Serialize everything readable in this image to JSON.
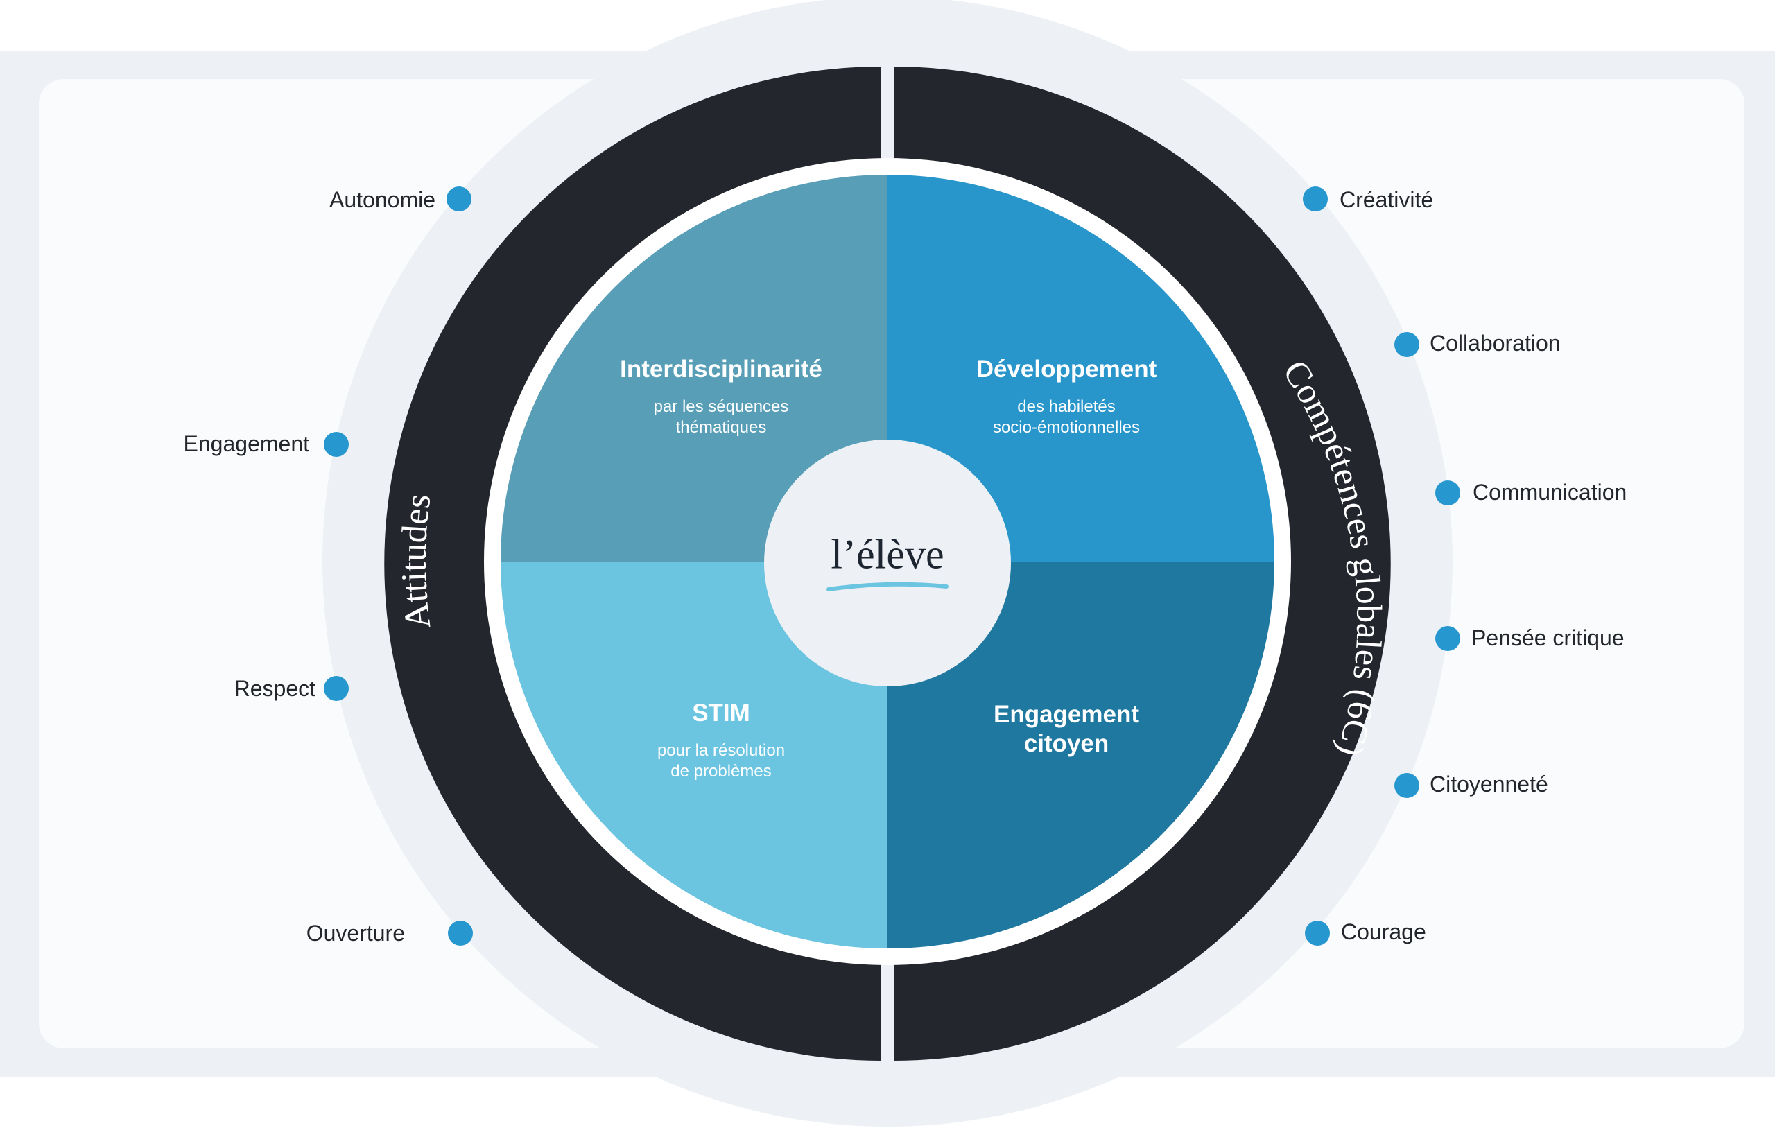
{
  "center": {
    "label": "l’élève"
  },
  "ring": {
    "left_label": "Attitudes",
    "right_label": "Compétences globales (6C)"
  },
  "quadrants": {
    "top_left": {
      "title": "Interdisciplinarité",
      "subtitle": [
        "par les séquences",
        "thématiques"
      ],
      "color": "#579eb6"
    },
    "top_right": {
      "title": "Développement",
      "subtitle": [
        "des habiletés",
        "socio-émotionnelles"
      ],
      "color": "#2896ca"
    },
    "bottom_left": {
      "title": "STIM",
      "subtitle": [
        "pour la résolution",
        "de problèmes"
      ],
      "color": "#6bc4e0"
    },
    "bottom_right": {
      "title": [
        "Engagement",
        "citoyen"
      ],
      "subtitle": [],
      "color": "#1f789f"
    }
  },
  "attitudes": [
    "Autonomie",
    "Engagement",
    "Respect",
    "Ouverture"
  ],
  "competences": [
    "Créativité",
    "Collaboration",
    "Communication",
    "Pensée critique",
    "Citoyenneté",
    "Courage"
  ],
  "colors": {
    "dark_ring": "#23262d",
    "dot": "#2797cf",
    "frame": "#edf0f4",
    "panel": "#fafbfc",
    "underline": "#6bc4e0"
  }
}
